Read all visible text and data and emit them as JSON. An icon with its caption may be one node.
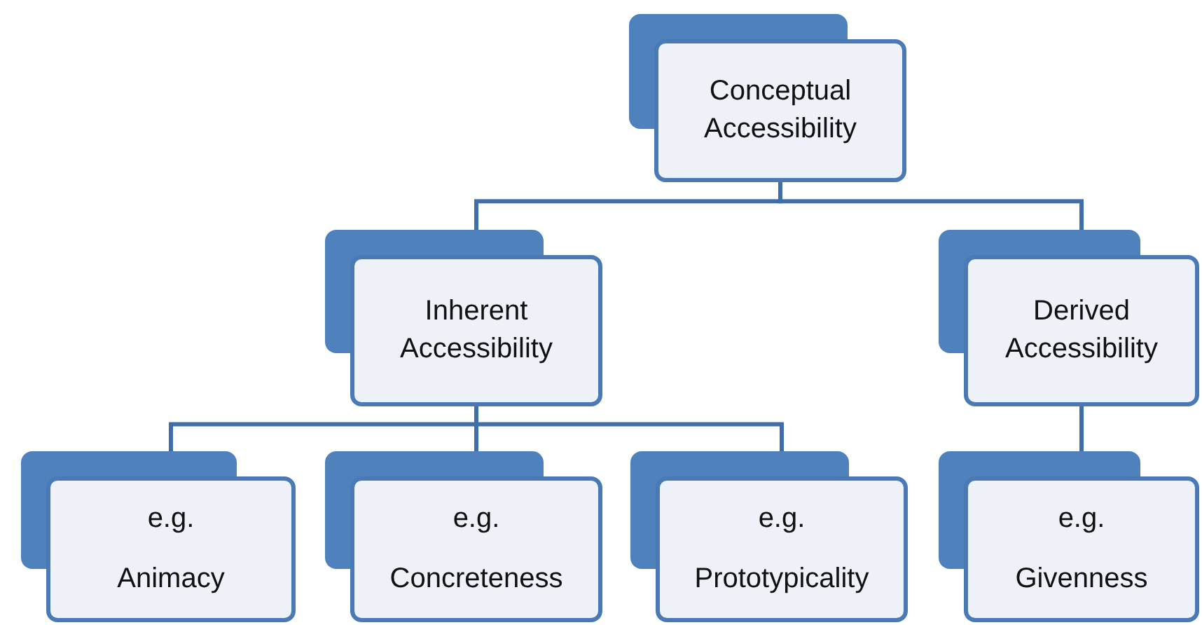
{
  "diagram": {
    "nodes": [
      {
        "text": [
          "Conceptual Accessibility"
        ]
      },
      {
        "text": [
          "Inherent Accessibility"
        ]
      },
      {
        "text": [
          "Derived Accessibility"
        ]
      },
      {
        "text": [
          "e.g.",
          "Animacy"
        ]
      },
      {
        "text": [
          "e.g.",
          "Concreteness"
        ]
      },
      {
        "text": [
          "e.g.",
          "Prototypicality"
        ]
      },
      {
        "text": [
          "e.g.",
          "Givenness"
        ]
      }
    ],
    "edges": [
      {
        "from": 0,
        "to": 1,
        "arrow": "none"
      },
      {
        "from": 0,
        "to": 2,
        "arrow": "none"
      },
      {
        "from": 1,
        "to": 3,
        "arrow": "none"
      },
      {
        "from": 1,
        "to": 4,
        "arrow": "none"
      },
      {
        "from": 1,
        "to": 5,
        "arrow": "none"
      },
      {
        "from": 2,
        "to": 6,
        "arrow": "none"
      }
    ]
  }
}
